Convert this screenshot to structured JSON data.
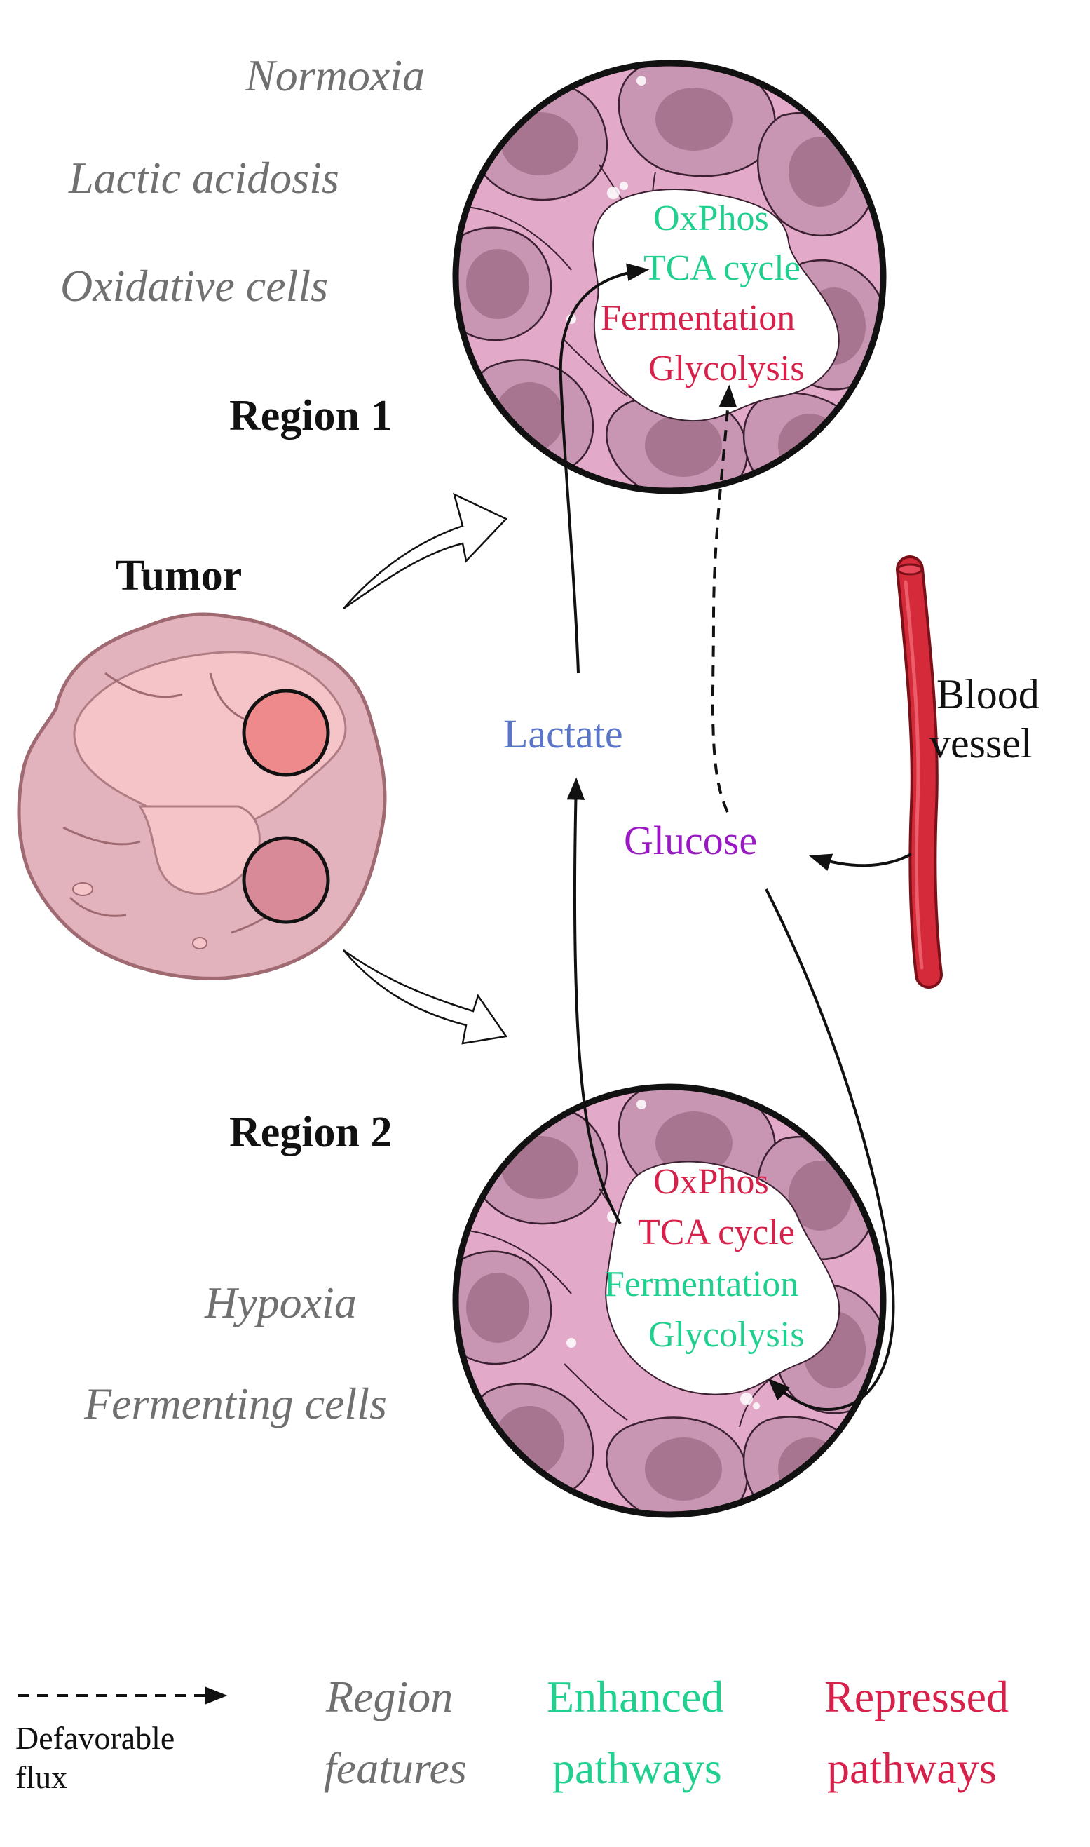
{
  "colors": {
    "enhanced": "#1fd08e",
    "repressed": "#d8214a",
    "lactate": "#5a74c8",
    "glucose": "#9a18c4",
    "features": "#707070",
    "vessel": "#d42a3a",
    "tissue": "#e3a9c8",
    "nucleus": "#b07c99"
  },
  "region1": {
    "label": "Region 1",
    "features": [
      "Normoxia",
      "Lactic acidosis",
      "Oxidative cells"
    ],
    "pathways": [
      {
        "name": "OxPhos",
        "status": "enhanced"
      },
      {
        "name": "TCA cycle",
        "status": "enhanced"
      },
      {
        "name": "Fermentation",
        "status": "repressed"
      },
      {
        "name": "Glycolysis",
        "status": "repressed"
      }
    ]
  },
  "region2": {
    "label": "Region 2",
    "features": [
      "Hypoxia",
      "Fermenting cells"
    ],
    "pathways": [
      {
        "name": "OxPhos",
        "status": "repressed"
      },
      {
        "name": "TCA cycle",
        "status": "repressed"
      },
      {
        "name": "Fermentation",
        "status": "enhanced"
      },
      {
        "name": "Glycolysis",
        "status": "enhanced"
      }
    ]
  },
  "tumor": {
    "label": "Tumor"
  },
  "metabolites": {
    "lactate": "Lactate",
    "glucose": "Glucose"
  },
  "vessel": {
    "line1": "Blood",
    "line2": "vessel"
  },
  "legend": {
    "defavorable": {
      "line1": "Defavorable",
      "line2": "flux"
    },
    "region_features": {
      "line1": "Region",
      "line2": "features"
    },
    "enhanced": {
      "line1": "Enhanced",
      "line2": "pathways"
    },
    "repressed": {
      "line1": "Repressed",
      "line2": "pathways"
    }
  }
}
